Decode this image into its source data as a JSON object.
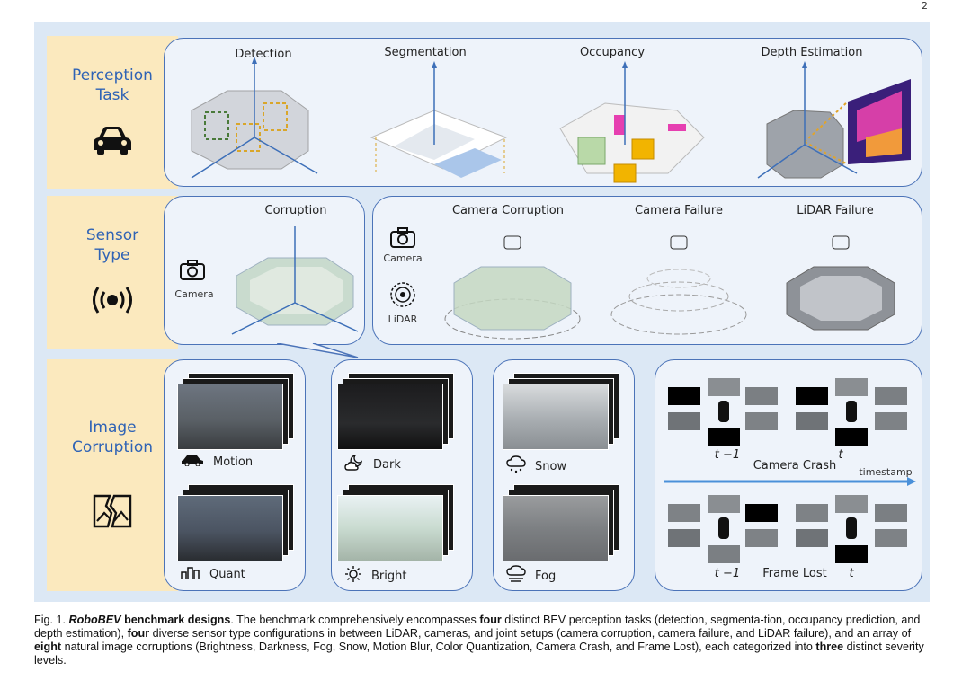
{
  "page_number": "2",
  "rows": [
    {
      "label": "Perception\nTask",
      "icon": "car-icon"
    },
    {
      "label": "Sensor\nType",
      "icon": "signal-icon"
    },
    {
      "label": "Image\nCorruption",
      "icon": "broken-image-icon"
    }
  ],
  "tasks": [
    "Detection",
    "Segmentation",
    "Occupancy",
    "Depth Estimation"
  ],
  "sensor": {
    "single_title": "Corruption",
    "single_camera": "Camera",
    "multi_camera": "Camera",
    "multi_lidar": "LiDAR",
    "types": [
      "Camera Corruption",
      "Camera Failure",
      "LiDAR Failure"
    ]
  },
  "corruptions": {
    "motion": "Motion",
    "quant": "Quant",
    "dark": "Dark",
    "bright": "Bright",
    "snow": "Snow",
    "fog": "Fog",
    "camera_crash": "Camera Crash",
    "frame_lost": "Frame Lost",
    "timestamp": "timestamp",
    "t_minus": "t −1",
    "t": "t"
  },
  "caption": {
    "prefix": "Fig. 1. ",
    "title_italic": "RoboBEV",
    "title_rest": " benchmark designs",
    "text1": ". The benchmark comprehensively encompasses ",
    "b1": "four",
    "text2": " distinct BEV perception tasks (detection, segmenta-tion, occupancy prediction, and depth estimation), ",
    "b2": "four",
    "text3": " diverse sensor type configurations in between LiDAR, cameras, and joint setups (camera corruption, camera failure, and LiDAR failure), and an array of ",
    "b3": "eight",
    "text4": " natural image corruptions (Brightness, Darkness, Fog, Snow, Motion Blur, Color Quantization, Camera Crash, and Frame Lost), each categorized into ",
    "b4": "three",
    "text5": " distinct severity levels."
  },
  "colors": {
    "panel_border": "#4b73b8",
    "label_text": "#2f63b5",
    "label_bg": "#fbe9be",
    "figure_bg": "#dce8f5"
  }
}
